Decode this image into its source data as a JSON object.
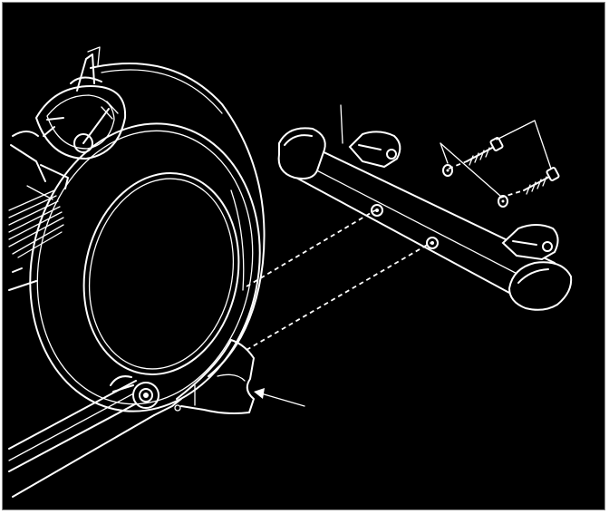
{
  "diagram": {
    "type": "exploded assembly illustration",
    "background_color": "#000000",
    "line_color": "#ffffff",
    "parts": [
      "main-frame",
      "flywheel-housing",
      "rear-stabilizer",
      "bolt",
      "washer"
    ],
    "callout_count": 3
  }
}
